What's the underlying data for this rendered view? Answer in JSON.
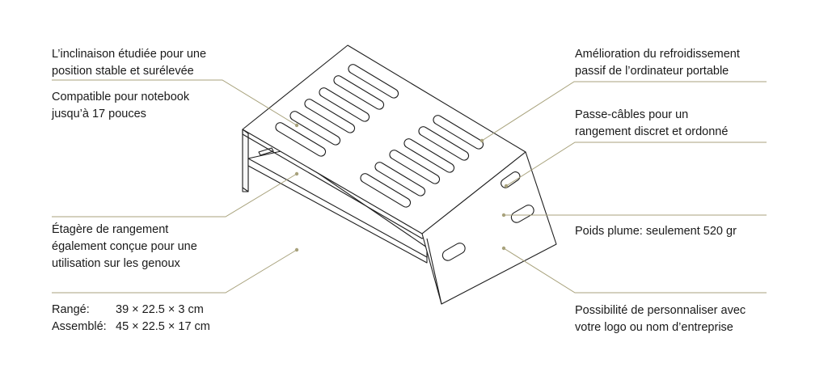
{
  "labels": {
    "tilt": "L’inclinaison étudiée pour une\nposition stable et surélevée",
    "compatible": "Compatible pour notebook\njusqu’à 17 pouces",
    "shelf": "Étagère de rangement\négalement conçue pour une\nutilisation sur les genoux",
    "cooling": "Amélioration du refroidissement\npassif de l’ordinateur portable",
    "cable": "Passe-câbles pour un\nrangement discret et ordonné",
    "weight": "Poids plume: seulement 520 gr",
    "custom": "Possibilité de personnaliser avec\nvotre logo ou nom d’entreprise"
  },
  "dimensions": {
    "stored_label": "Rangé:",
    "stored_value": "39 × 22.5 × 3 cm",
    "assembled_label": "Assemblé:",
    "assembled_value": "45 × 22.5 × 17 cm"
  },
  "colors": {
    "leader": "#a8a27c",
    "stroke": "#1e1e1e"
  }
}
